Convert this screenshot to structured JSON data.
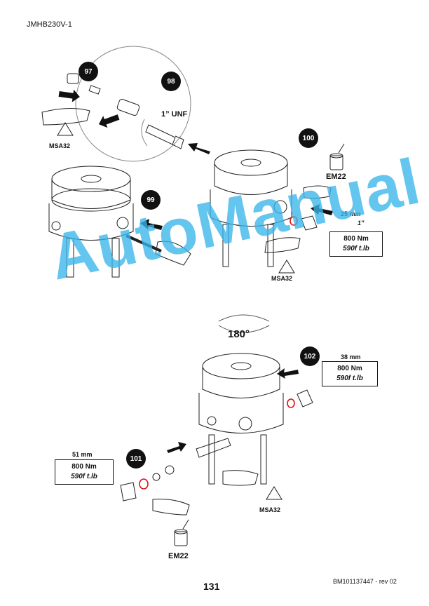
{
  "header": {
    "doc_code": "JMHB230V-1"
  },
  "footer": {
    "page_number": "131",
    "revision": "BM101137447 - rev 02"
  },
  "watermark": {
    "text": "AutoManual",
    "color": "#39b6ea"
  },
  "steps": {
    "s97": {
      "number": "97"
    },
    "s98": {
      "number": "98",
      "thread": "1” UNF"
    },
    "s99": {
      "number": "99"
    },
    "s100": {
      "number": "100",
      "grease": "EM22",
      "wrench": "25 mm",
      "thread": "1”",
      "torque_nm": "800 Nm",
      "torque_ft": "590f t.lb",
      "sealant": "MSA32"
    },
    "s101": {
      "number": "101",
      "wrench": "51 mm",
      "torque_nm": "800 Nm",
      "torque_ft": "590f t.lb",
      "grease": "EM22",
      "sealant": "MSA32"
    },
    "s102": {
      "number": "102",
      "wrench": "38 mm",
      "torque_nm": "800 Nm",
      "torque_ft": "590f t.lb"
    }
  },
  "misc": {
    "rotation": "180°",
    "sealant_97": "MSA32"
  }
}
